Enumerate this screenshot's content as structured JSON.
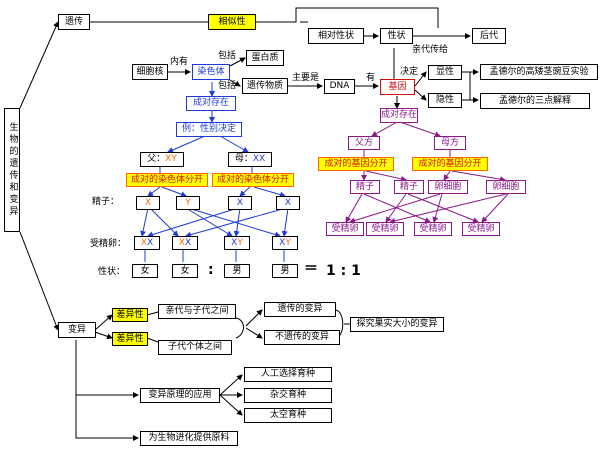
{
  "root": "生物的遗传和变异",
  "heredity": {
    "title": "遗传",
    "similarity": "相似性",
    "trait": "性状",
    "relative_trait": "相对性状",
    "offspring": "后代",
    "parent_pass": "亲代传给",
    "cell_nucleus": "细胞核",
    "contains": "内有",
    "chromosome": "染色体",
    "includes1": "包括",
    "includes2": "包括",
    "protein": "蛋白质",
    "genetic_material": "遗传物质",
    "mainly": "主要是",
    "dna": "DNA",
    "has": "有",
    "gene": "基因",
    "determines": "决定",
    "dominant": "显性",
    "recessive": "隐性",
    "mendel1": "孟德尔的高矮茎豌豆实验",
    "mendel2": "孟德尔的三点解释",
    "pair_exist_left": "成对存在",
    "pair_exist_right": "成对存在",
    "example": "例：性别决定",
    "father": "父：",
    "father_xy": "XY",
    "mother": "母：",
    "mother_xx": "XX",
    "chrom_sep1": "成对的染色体分开",
    "chrom_sep2": "成对的染色体分开",
    "gene_sep1": "成对的基因分开",
    "gene_sep2": "成对的基因分开",
    "sperm_label": "精子：",
    "sperm_genes": [
      "X",
      "Y",
      "X",
      "X"
    ],
    "zygote_label": "受精卵：",
    "zygotes": [
      {
        "a": "X",
        "b": "X"
      },
      {
        "a": "X",
        "b": "X"
      },
      {
        "a": "X",
        "b": "Y"
      },
      {
        "a": "X",
        "b": "Y"
      }
    ],
    "trait_label": "性状：",
    "sexes": [
      "女",
      "女",
      "男",
      "男"
    ],
    "colon": ":",
    "ratio_eq": "＝",
    "ratio": "1 : 1",
    "dad": "父方",
    "mom": "母方",
    "gametes": [
      "精子",
      "精子",
      "卵细胞",
      "卵细胞"
    ],
    "fert_eggs": [
      "受精卵",
      "受精卵",
      "受精卵",
      "受精卵"
    ]
  },
  "variation": {
    "title": "变异",
    "diff1": "差异性",
    "diff2": "差异性",
    "between_gen": "亲代与子代之间",
    "between_ind": "子代个体之间",
    "heritable": "遗传的变异",
    "non_heritable": "不遗传的变异",
    "explore": "探究果实大小的变异",
    "application": "变异原理的应用",
    "breeding": [
      "人工选择育种",
      "杂交育种",
      "太空育种"
    ],
    "evolution": "为生物进化提供原料"
  }
}
